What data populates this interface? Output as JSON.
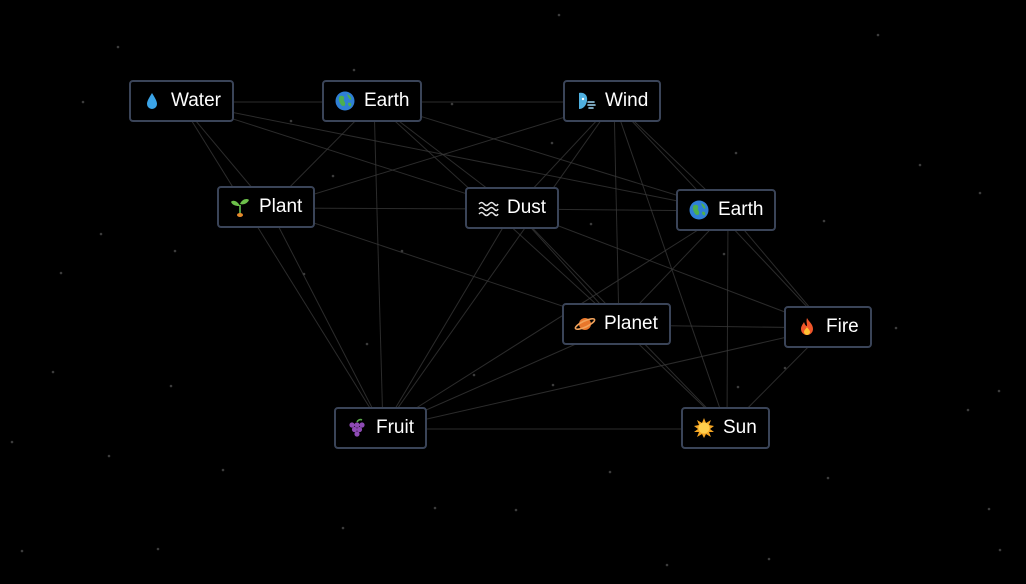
{
  "canvas": {
    "background": "#000000",
    "line_color": "#3a3a3a",
    "star_color": "#3c3c3c",
    "border_color": "#3a4458"
  },
  "elements": [
    {
      "id": "water",
      "label": "Water",
      "icon": "water-drop-icon"
    },
    {
      "id": "earth1",
      "label": "Earth",
      "icon": "earth-globe-icon"
    },
    {
      "id": "wind",
      "label": "Wind",
      "icon": "wind-face-icon"
    },
    {
      "id": "plant",
      "label": "Plant",
      "icon": "seedling-icon"
    },
    {
      "id": "dust",
      "label": "Dust",
      "icon": "dust-waves-icon"
    },
    {
      "id": "earth2",
      "label": "Earth",
      "icon": "earth-globe-icon"
    },
    {
      "id": "planet",
      "label": "Planet",
      "icon": "ringed-planet-icon"
    },
    {
      "id": "fire",
      "label": "Fire",
      "icon": "fire-icon"
    },
    {
      "id": "fruit",
      "label": "Fruit",
      "icon": "grapes-icon"
    },
    {
      "id": "sun",
      "label": "Sun",
      "icon": "sun-icon"
    }
  ],
  "connections": [
    [
      "water",
      "earth1"
    ],
    [
      "water",
      "plant"
    ],
    [
      "water",
      "fruit"
    ],
    [
      "water",
      "dust"
    ],
    [
      "water",
      "earth2"
    ],
    [
      "earth1",
      "wind"
    ],
    [
      "earth1",
      "plant"
    ],
    [
      "earth1",
      "dust"
    ],
    [
      "earth1",
      "fruit"
    ],
    [
      "earth1",
      "earth2"
    ],
    [
      "earth1",
      "planet"
    ],
    [
      "wind",
      "dust"
    ],
    [
      "wind",
      "earth2"
    ],
    [
      "wind",
      "planet"
    ],
    [
      "wind",
      "sun"
    ],
    [
      "wind",
      "fire"
    ],
    [
      "wind",
      "plant"
    ],
    [
      "wind",
      "fruit"
    ],
    [
      "plant",
      "dust"
    ],
    [
      "plant",
      "fruit"
    ],
    [
      "plant",
      "planet"
    ],
    [
      "dust",
      "earth2"
    ],
    [
      "dust",
      "planet"
    ],
    [
      "dust",
      "fruit"
    ],
    [
      "dust",
      "sun"
    ],
    [
      "dust",
      "fire"
    ],
    [
      "earth2",
      "planet"
    ],
    [
      "earth2",
      "sun"
    ],
    [
      "earth2",
      "fire"
    ],
    [
      "earth2",
      "fruit"
    ],
    [
      "planet",
      "fire"
    ],
    [
      "planet",
      "sun"
    ],
    [
      "planet",
      "fruit"
    ],
    [
      "fire",
      "sun"
    ],
    [
      "fire",
      "fruit"
    ],
    [
      "fruit",
      "sun"
    ]
  ]
}
